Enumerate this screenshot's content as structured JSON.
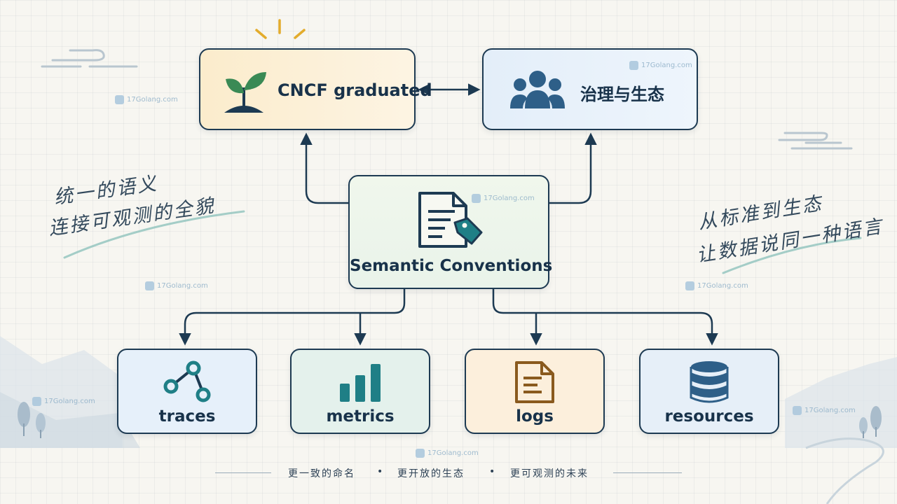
{
  "nodes": {
    "cncf": {
      "label": "CNCF graduated",
      "icon": "sprout-icon"
    },
    "governance": {
      "label": "治理与生态",
      "icon": "people-group-icon"
    },
    "semantic": {
      "label": "Semantic Conventions",
      "icon": "document-tag-icon"
    },
    "traces": {
      "label": "traces",
      "icon": "trace-graph-icon"
    },
    "metrics": {
      "label": "metrics",
      "icon": "bar-chart-icon"
    },
    "logs": {
      "label": "logs",
      "icon": "log-file-icon"
    },
    "resources": {
      "label": "resources",
      "icon": "database-icon"
    }
  },
  "notes": {
    "left": [
      "统一的语义",
      "连接可观测的全貌"
    ],
    "right": [
      "从标准到生态",
      "让数据说同一种语言"
    ]
  },
  "footer": {
    "items": [
      "更一致的命名",
      "更开放的生态",
      "更可观测的未来"
    ],
    "separator": "•"
  },
  "watermark": "17Golang.com",
  "colors": {
    "ink": "#1d3a52",
    "accent_teal": "#1f7f86",
    "accent_green": "#3a8a55",
    "accent_gold": "#e3ac2c",
    "accent_blue": "#2e5f88"
  }
}
